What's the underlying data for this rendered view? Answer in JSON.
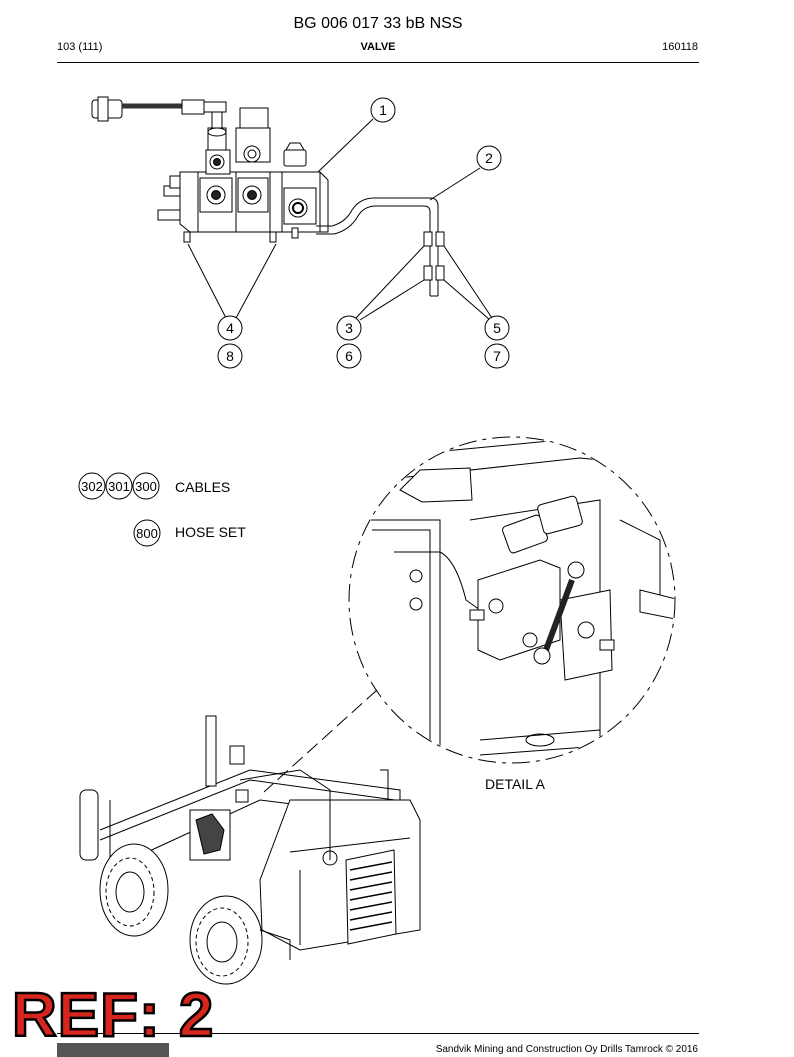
{
  "header": {
    "doc_title": "BG 006 017 33 bB NSS",
    "page_number": "103 (111)",
    "section": "VALVE",
    "date_code": "160118"
  },
  "callouts": {
    "c1": "1",
    "c2": "2",
    "c3": "3",
    "c4": "4",
    "c5": "5",
    "c6": "6",
    "c7": "7",
    "c8": "8",
    "c302": "302",
    "c301": "301",
    "c300": "300",
    "c800": "800"
  },
  "legend": {
    "cables_label": "CABLES",
    "hose_label": "HOSE SET"
  },
  "detail_label": "DETAIL A",
  "stamp": {
    "text": "REF: 2",
    "color": "#d7261e"
  },
  "footer": {
    "copyright": "Sandvik Mining and Construction Oy Drills Tamrock © 2016"
  }
}
